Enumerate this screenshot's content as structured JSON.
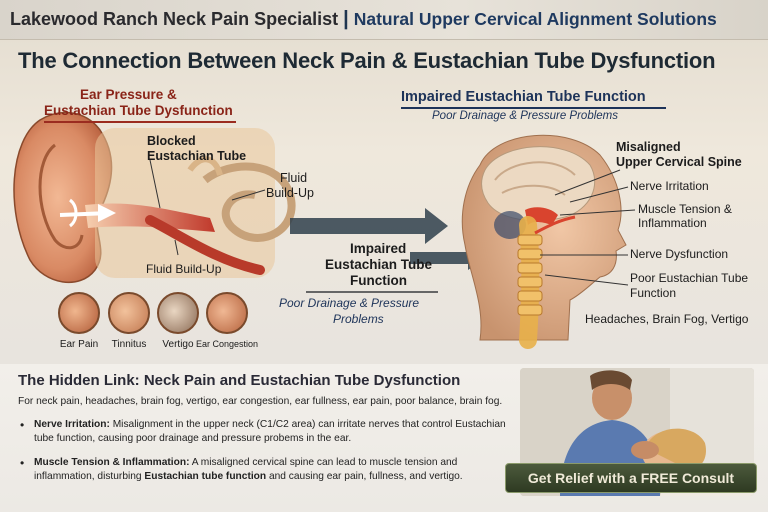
{
  "header": {
    "brand": "Lakewood Ranch Neck Pain Specialist",
    "separator": "|",
    "tagline": "Natural Upper Cervical Alignment Solutions"
  },
  "main_title": "The Connection Between Neck Pain & Eustachian Tube Dysfunction",
  "ear_section": {
    "heading_line1": "Ear Pressure &",
    "heading_line2": "Eustachian Tube Dysfunction",
    "label_blocked_1": "Blocked",
    "label_blocked_2": "Eustachian Tube",
    "label_fluid_top_1": "Fluid",
    "label_fluid_top_2": "Build-Up",
    "label_fluid_bottom": "Fluid Build-Up",
    "icons": [
      {
        "label": "Ear Pain",
        "icon": "ear-pain-icon"
      },
      {
        "label": "Tinnitus",
        "icon": "tinnitus-icon"
      },
      {
        "label": "Vertigo",
        "icon": "vertigo-icon"
      },
      {
        "label": "Ear Congestion",
        "icon": "ear-congestion-icon"
      }
    ]
  },
  "middle": {
    "line1": "Impaired",
    "line2": "Eustachian Tube",
    "line3": "Function",
    "sub1": "Poor Drainage & Pressure",
    "sub2": "Problems"
  },
  "head_section": {
    "heading": "Impaired Eustachian Tube Function",
    "subheading": "Poor Drainage & Pressure Problems",
    "labels": {
      "misaligned_1": "Misaligned",
      "misaligned_2": "Upper Cervical Spine",
      "nerve_irritation": "Nerve Irritation",
      "muscle_1": "Muscle Tension &",
      "muscle_2": "Inflammation",
      "nerve_dysfunction": "Nerve Dysfunction",
      "poor_1": "Poor Eustachian Tube",
      "poor_2": "Function",
      "headaches": "Headaches, Brain Fog, Vertigo"
    }
  },
  "hidden_link": {
    "title": "The Hidden Link: Neck Pain and Eustachian Tube Dysfunction",
    "intro": "For neck pain, headaches, brain fog, vertigo, ear congestion, ear fullness, ear pain, poor balance, brain fog.",
    "bullets": [
      {
        "lead": "Nerve Irritation:",
        "text": " Misalignment in the upper neck (C1/C2 area) can irritate nerves that control Eustachian tube function, causing poor drainage and pressure probems in the ear."
      },
      {
        "lead": "Muscle Tension & Inflammation:",
        "text_a": " A misaligned cervical spine can lead to muscle tension and inflammation, disturbing ",
        "text_bold": "Eustachian tube function",
        "text_b": " and causing ear pain, fullness, and vertigo."
      }
    ]
  },
  "cta": {
    "label": "Get Relief with a FREE Consult"
  },
  "colors": {
    "accent_red": "#8a2418",
    "navy": "#1d3359",
    "cta_green": "#3c4a2e"
  }
}
